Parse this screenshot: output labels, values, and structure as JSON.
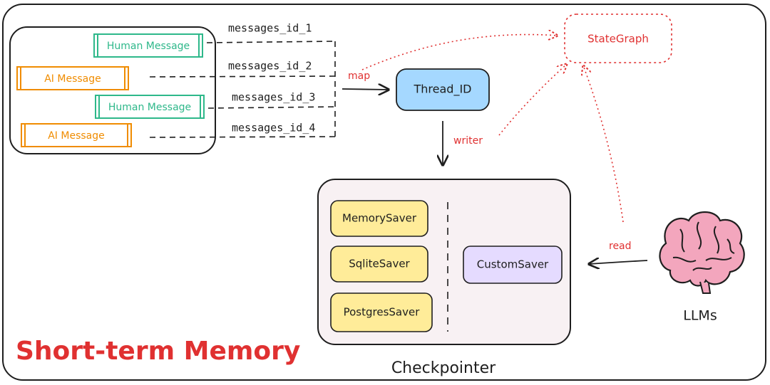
{
  "messages": [
    {
      "label": "Human Message",
      "kind": "human"
    },
    {
      "label": "AI Message",
      "kind": "ai"
    },
    {
      "label": "Human Message",
      "kind": "human"
    },
    {
      "label": "AI Message",
      "kind": "ai"
    }
  ],
  "message_ids": [
    "messages_id_1",
    "messages_id_2",
    "messages_id_3",
    "messages_id_4"
  ],
  "edges": {
    "map": "map",
    "writer": "writer",
    "read": "read"
  },
  "nodes": {
    "thread_id": "Thread_ID",
    "state_graph": "StateGraph",
    "llms": "LLMs"
  },
  "checkpointer": {
    "title": "Checkpointer",
    "savers": [
      "MemorySaver",
      "SqliteSaver",
      "PostgresSaver"
    ],
    "custom": "CustomSaver"
  },
  "title": "Short-term Memory",
  "icons": {
    "llm": "brain-icon"
  },
  "colors": {
    "human": "#2eb88a",
    "ai": "#f08c00",
    "red": "#e03131",
    "thread_fill": "#a5d8ff",
    "saver_fill": "#ffec99",
    "custom_fill": "#e5dbff",
    "checkpointer_fill": "#f8f1f3",
    "brain_fill": "#f3a6bd"
  }
}
